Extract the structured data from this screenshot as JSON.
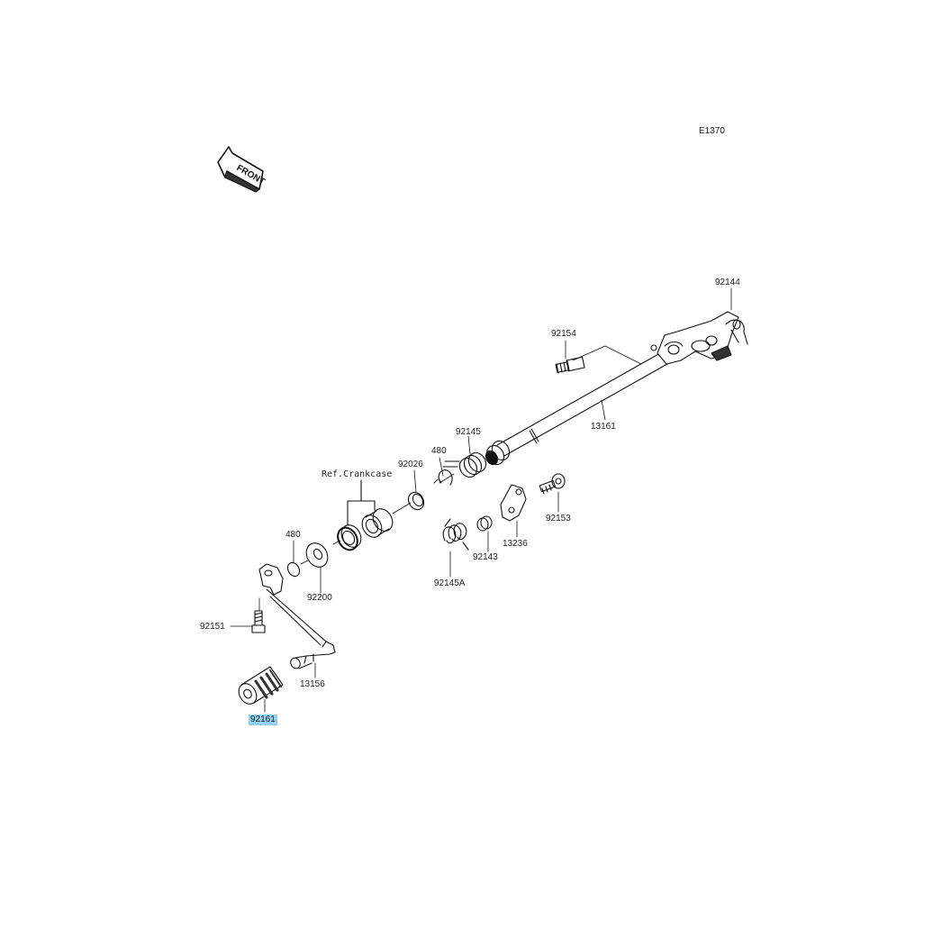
{
  "diagram_code": "E1370",
  "front_label": "FRONT",
  "ref_label": "Ref.Crankcase",
  "accent_color": "#8fd3f0",
  "parts": {
    "p92144": "92144",
    "p92154": "92154",
    "p13161": "13161",
    "p92145": "92145",
    "p480a": "480",
    "p92026": "92026",
    "p92153": "92153",
    "p13236": "13236",
    "p92143": "92143",
    "p92145A": "92145A",
    "p480b": "480",
    "p92200": "92200",
    "p92151": "92151",
    "p13156": "13156",
    "p92161": "92161"
  },
  "highlighted_part": "92161"
}
